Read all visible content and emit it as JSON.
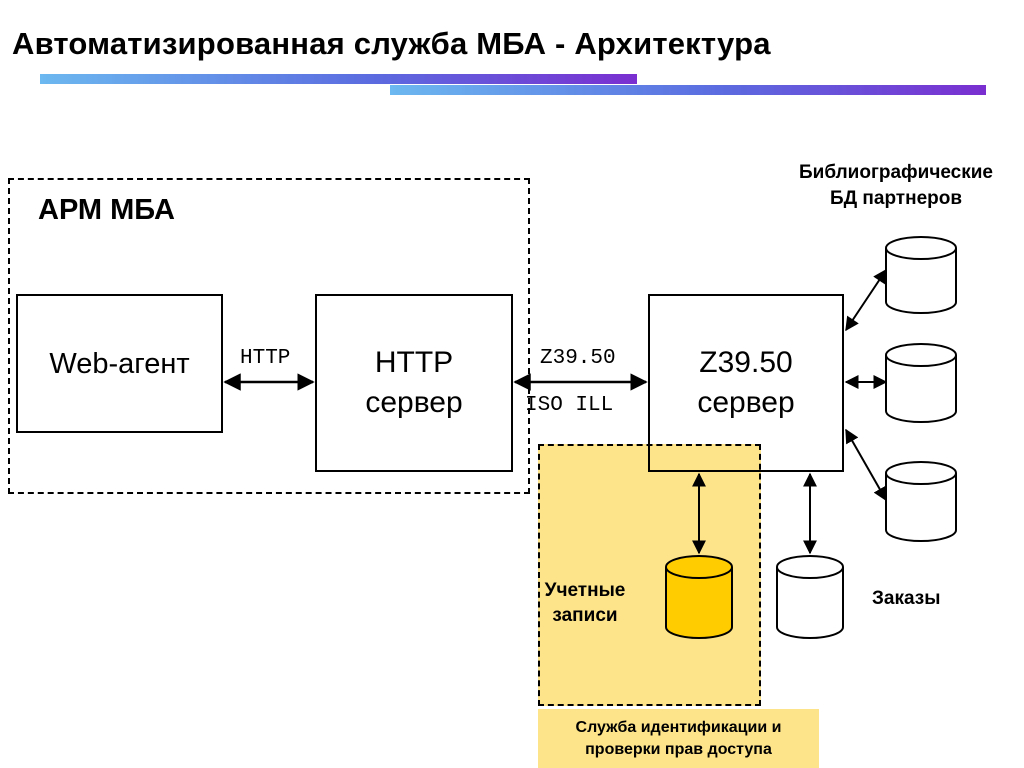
{
  "slide": {
    "title": "Автоматизированная служба МБА - Архитектура"
  },
  "workstation": {
    "label": "АРМ МБА"
  },
  "nodes": {
    "web_agent": "Web-агент",
    "http_server": [
      "HTTP",
      "сервер"
    ],
    "z3950_server": [
      "Z39.50",
      "сервер"
    ]
  },
  "protocols": {
    "web_to_http": "HTTP",
    "http_to_z3950_top": "Z39.50",
    "http_to_z3950_bottom": "ISO ILL"
  },
  "databases": {
    "partners_label": [
      "Библиографические",
      "БД партнеров"
    ],
    "accounts_label": [
      "Учетные",
      "записи"
    ],
    "orders_label": "Заказы"
  },
  "auth_service": {
    "label": [
      "Служба идентификации и",
      "проверки прав доступа"
    ]
  },
  "colors": {
    "auth_zone": "#fde48b",
    "accounts_db": "#ffcc00",
    "title_rule_start": "#6cb8f0",
    "title_rule_end": "#7a2fd0"
  }
}
